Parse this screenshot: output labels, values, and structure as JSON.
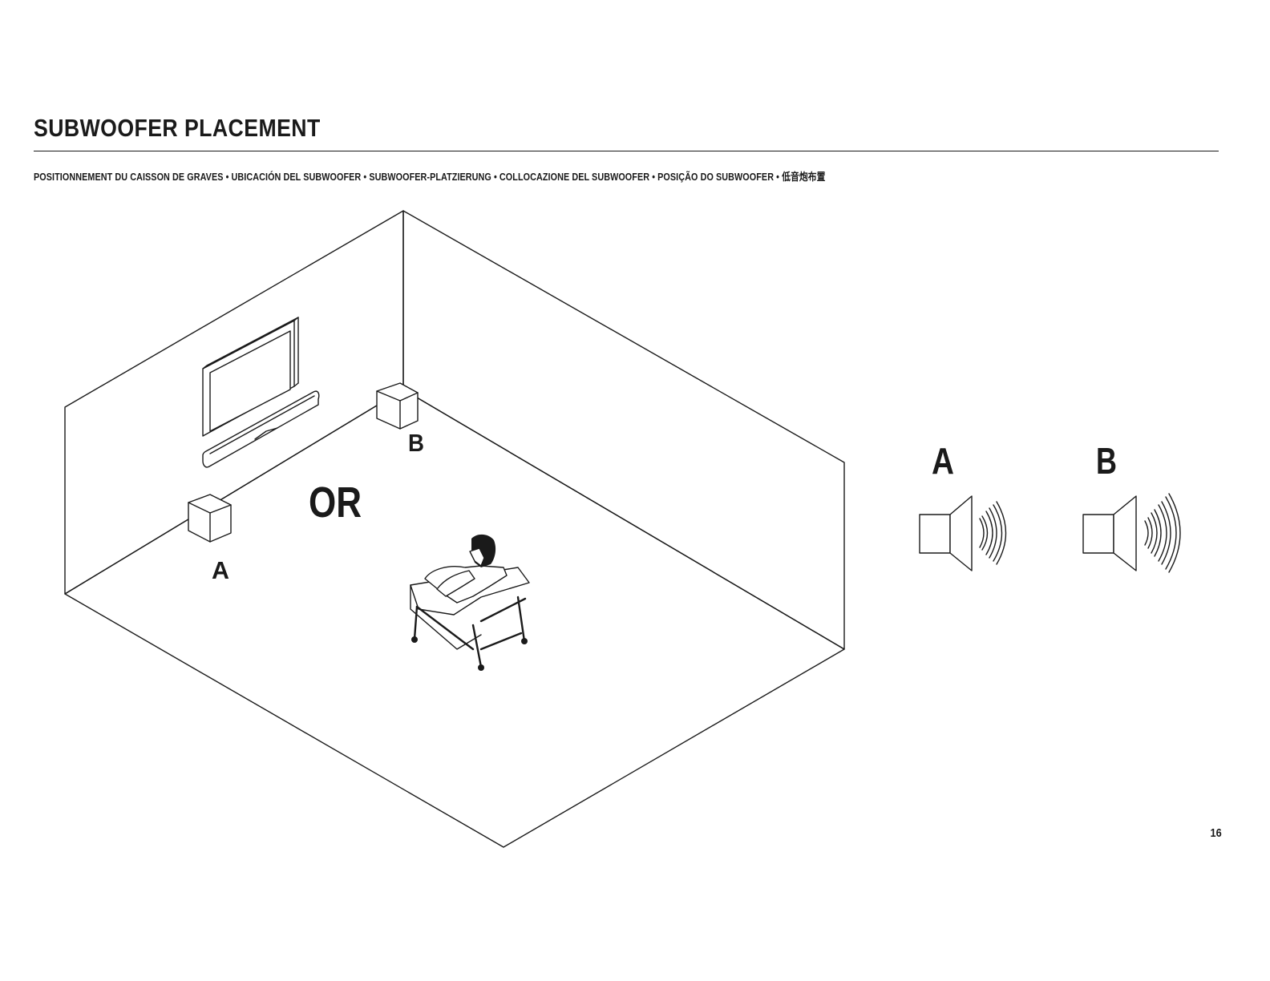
{
  "page": {
    "title": "SUBWOOFER PLACEMENT",
    "subtitle": "POSITIONNEMENT DU CAISSON DE GRAVES • UBICACIÓN DEL SUBWOOFER • SUBWOOFER-PLATZIERUNG • COLLOCAZIONE DEL SUBWOOFER • POSIÇÃO DO SUBWOOFER • 低音炮布置",
    "page_number": "16"
  },
  "diagram": {
    "room": {
      "subwoofer_a_label": "A",
      "subwoofer_b_label": "B",
      "or_label": "OR"
    },
    "sound_comparison": {
      "speaker_a_label": "A",
      "speaker_b_label": "B"
    }
  }
}
